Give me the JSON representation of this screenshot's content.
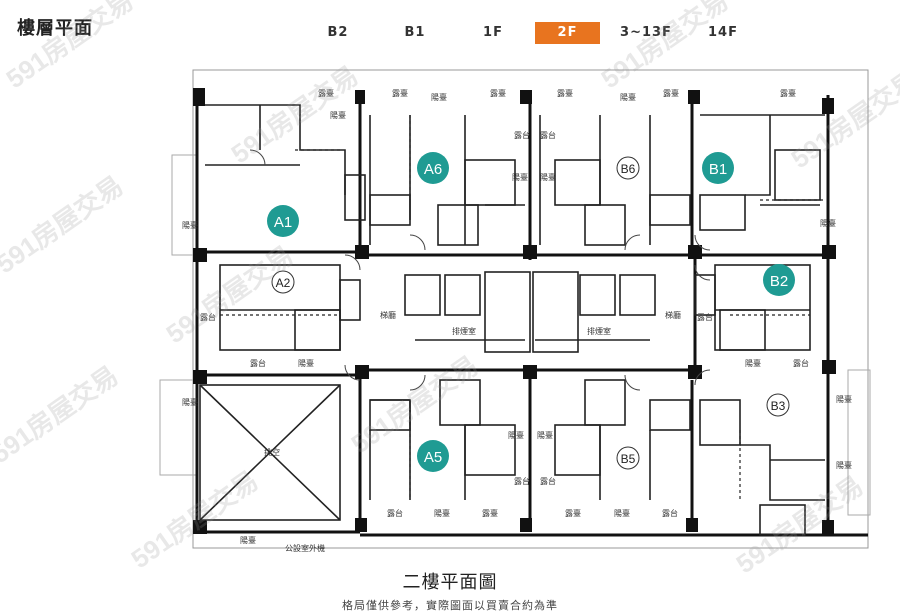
{
  "header": {
    "title": "樓層平面",
    "tabs": [
      {
        "label": "B2",
        "active": false
      },
      {
        "label": "B1",
        "active": false
      },
      {
        "label": "1F",
        "active": false
      },
      {
        "label": "2F",
        "active": true
      },
      {
        "label": "3~13F",
        "active": false
      },
      {
        "label": "14F",
        "active": false
      }
    ]
  },
  "colors": {
    "accent": "#e8741f",
    "unit_badge": "#1f9b93",
    "wall": "#111111"
  },
  "plan": {
    "units": {
      "A1": "A1",
      "A2": "A2",
      "A5": "A5",
      "A6": "A6",
      "B1": "B1",
      "B2": "B2",
      "B3": "B3",
      "B5": "B5",
      "B6": "B6"
    },
    "labels": {
      "balcony": "陽臺",
      "terrace": "露臺",
      "dew_terrace": "露台",
      "stair": "梯廳",
      "smoke_exhaust": "排煙室",
      "void": "挑空",
      "public_ac": "公設室外機"
    }
  },
  "caption": "二樓平面圖",
  "note": "格局僅供參考，實際圖面以買賣合約為準",
  "watermark": "591房屋交易"
}
